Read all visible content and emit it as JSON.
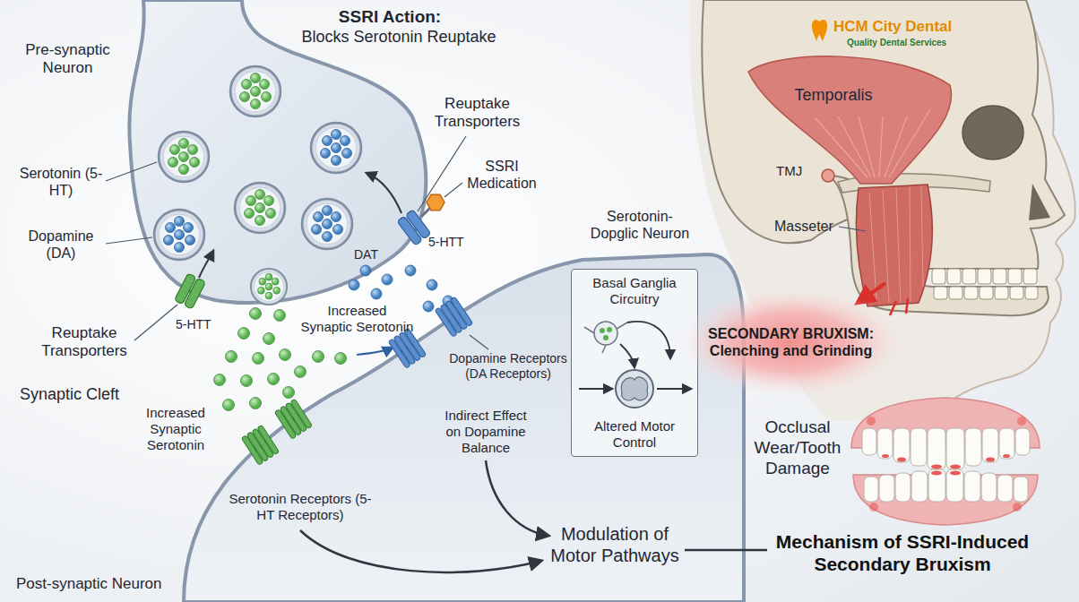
{
  "diagram": {
    "title": "Mechanism of SSRI-Induced Secondary Bruxism",
    "nodes": [
      {
        "text": [
          "Basal Ganglia Circuitry",
          "Altered Motor Control"
        ]
      },
      {
        "text": [
          "SECONDARY BRUXISM: Clenching and Grinding"
        ]
      }
    ],
    "labels": [
      "SSRI Action:",
      "Blocks Serotonin Reuptake",
      "Pre-synaptic Neuron",
      "Serotonin (5-HT)",
      "Dopamine (DA)",
      "Reuptake Transporters",
      "SSRI Medication",
      "5-HTT",
      "DAT",
      "Serotonin-Dopglic Neuron",
      "Increased Synaptic Serotonin",
      "Reuptake Transporters",
      "5-HTT",
      "Synaptic Cleft",
      "Increased Synaptic Serotonin",
      "Dopamine Receptors (DA Receptors)",
      "Indirect Effect on Dopamine Balance",
      "Serotonin Receptors (5-HT Receptors)",
      "Post-synaptic Neuron",
      "Modulation of Motor Pathways",
      "Temporalis",
      "TMJ",
      "Masseter",
      "Occlusal Wear/Tooth Damage",
      "HCM City Dental",
      "Quality Dental Services"
    ]
  }
}
